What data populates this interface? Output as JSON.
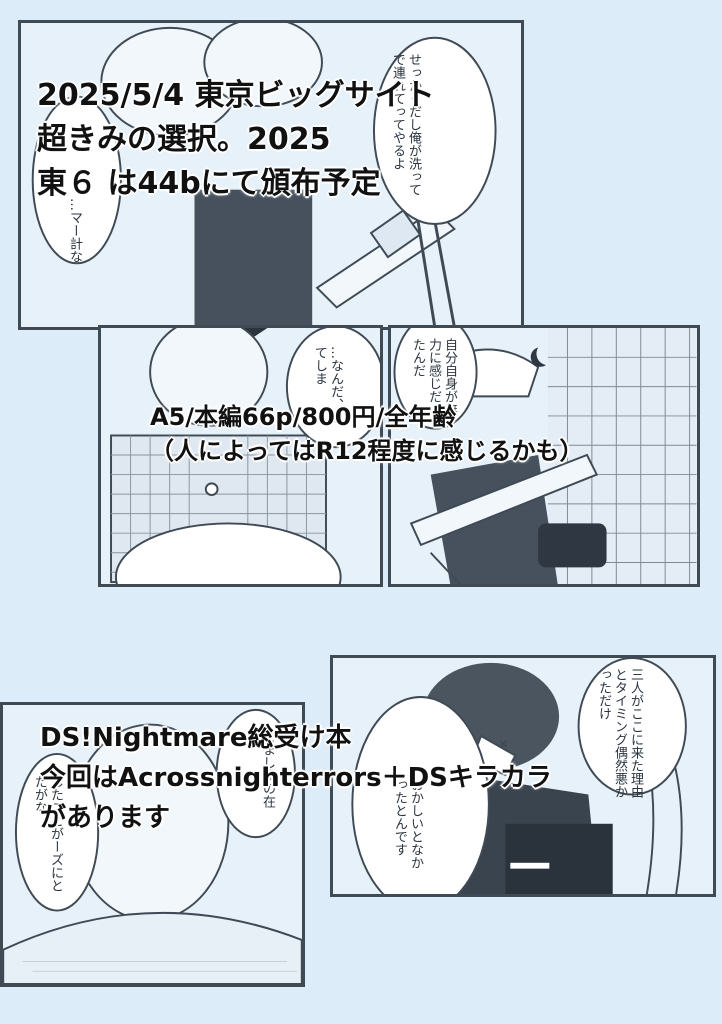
{
  "event_info": {
    "lines": [
      "2025/5/4 東京ビッグサイト",
      "超きみの選択。2025",
      "東６ は44bにて頒布予定"
    ]
  },
  "book_info": {
    "lines": [
      "A5/本編66p/800円/全年齢",
      "（人によってはR12程度に感じるかも）"
    ]
  },
  "ds_info": {
    "lines": [
      "DS!Nightmare総受け本",
      "今回はAcrossnighterrors＋DSキラカラ",
      "があります"
    ]
  },
  "manga": {
    "bubble_top_right": "せっかくだし俺が洗ってで連れてってやるよ",
    "bubble_top_left": "…マー計な",
    "bubble_mid_left": "…なんだ、してしま",
    "bubble_mid_right": "自分自身が無力に感じだったんだ",
    "bubble_bottom_right_1": "三人がここに来た理由とタイミング偶然悪かっただけ",
    "bubble_bottom_right_2": "おかしいとなかったとんです",
    "bubble_bottom_left_1": "こまし僕の在だ",
    "bubble_bottom_left_2": "したことがーズにとだがな"
  },
  "colors": {
    "background": "#dcecf8",
    "ink": "#3f4a55",
    "tone": "#5b6673"
  }
}
